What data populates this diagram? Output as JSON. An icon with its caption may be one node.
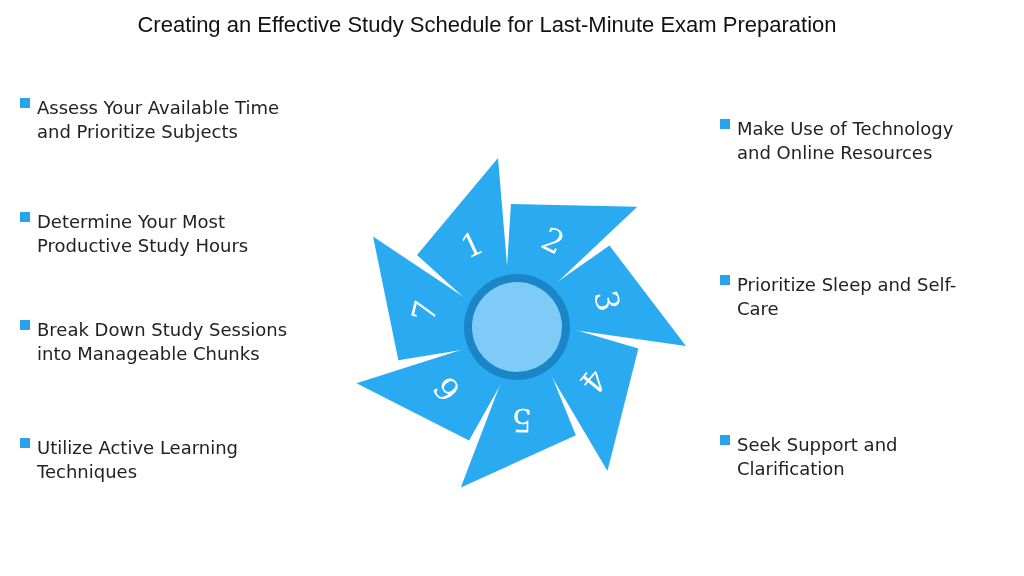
{
  "diagram": {
    "title": "Creating an Effective Study Schedule for Last-Minute Exam Preparation",
    "nodes": [
      {
        "text": [
          "1"
        ]
      },
      {
        "text": [
          "2"
        ]
      },
      {
        "text": [
          "3"
        ]
      },
      {
        "text": [
          "4"
        ]
      },
      {
        "text": [
          "5"
        ]
      },
      {
        "text": [
          "6"
        ]
      },
      {
        "text": [
          "7"
        ]
      }
    ],
    "labels": [
      "Assess Your Available Time and Prioritize Subjects",
      "Determine Your Most Productive Study Hours",
      "Break Down Study Sessions into Manageable Chunks",
      "Utilize Active Learning Techniques",
      "Make Use of Technology and Online Resources",
      "Prioritize Sleep and Self-Care",
      "Seek Support and Clarification"
    ]
  }
}
